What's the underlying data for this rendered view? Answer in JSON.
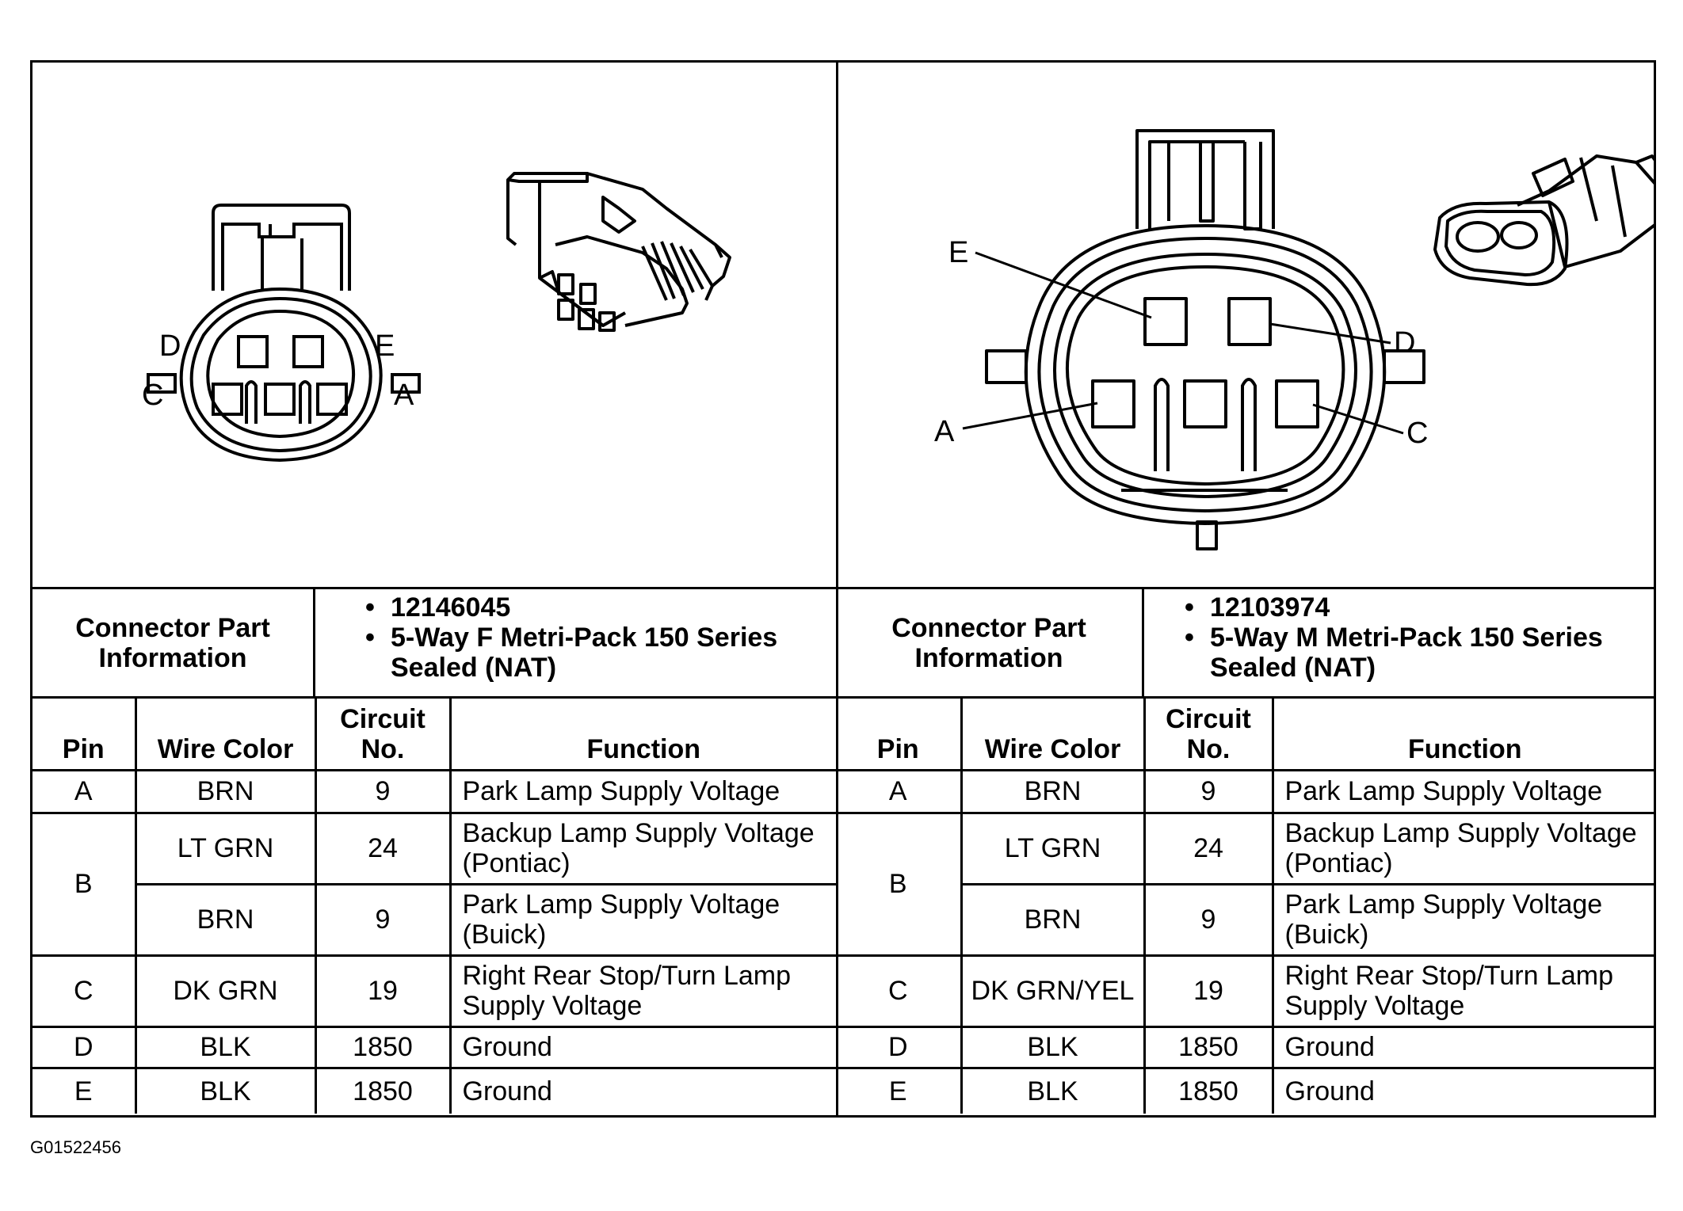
{
  "left": {
    "pin_letters": {
      "d": "D",
      "e": "E",
      "c": "C",
      "a": "A"
    },
    "info_label": "Connector Part\nInformation",
    "info_items": [
      "12146045",
      "5-Way F Metri-Pack 150 Series Sealed (NAT)"
    ],
    "headers": {
      "pin": "Pin",
      "wire_color": "Wire Color",
      "circuit": "Circuit No.",
      "function": "Function"
    },
    "rows": [
      {
        "pin": "A",
        "color": "BRN",
        "circuit": "9",
        "function": "Park Lamp Supply Voltage"
      },
      {
        "pin": "B",
        "color": "LT GRN",
        "circuit": "24",
        "function": "Backup Lamp Supply Voltage (Pontiac)"
      },
      {
        "color": "BRN",
        "circuit": "9",
        "function": "Park Lamp Supply Voltage (Buick)"
      },
      {
        "pin": "C",
        "color": "DK GRN",
        "circuit": "19",
        "function": "Right Rear Stop/Turn Lamp Supply Voltage"
      },
      {
        "pin": "D",
        "color": "BLK",
        "circuit": "1850",
        "function": "Ground"
      },
      {
        "pin": "E",
        "color": "BLK",
        "circuit": "1850",
        "function": "Ground"
      }
    ]
  },
  "right": {
    "pin_letters": {
      "e": "E",
      "d": "D",
      "a": "A",
      "c": "C"
    },
    "info_label": "Connector Part\nInformation",
    "info_items": [
      "12103974",
      "5-Way M Metri-Pack 150 Series Sealed (NAT)"
    ],
    "headers": {
      "pin": "Pin",
      "wire_color": "Wire Color",
      "circuit": "Circuit No.",
      "function": "Function"
    },
    "rows": [
      {
        "pin": "A",
        "color": "BRN",
        "circuit": "9",
        "function": "Park Lamp Supply Voltage"
      },
      {
        "pin": "B",
        "color": "LT GRN",
        "circuit": "24",
        "function": "Backup Lamp Supply Voltage (Pontiac)"
      },
      {
        "color": "BRN",
        "circuit": "9",
        "function": "Park Lamp Supply Voltage (Buick)"
      },
      {
        "pin": "C",
        "color": "DK GRN/YEL",
        "circuit": "19",
        "function": "Right Rear Stop/Turn Lamp Supply Voltage"
      },
      {
        "pin": "D",
        "color": "BLK",
        "circuit": "1850",
        "function": "Ground"
      },
      {
        "pin": "E",
        "color": "BLK",
        "circuit": "1850",
        "function": "Ground"
      }
    ]
  },
  "figure_id": "G01522456"
}
